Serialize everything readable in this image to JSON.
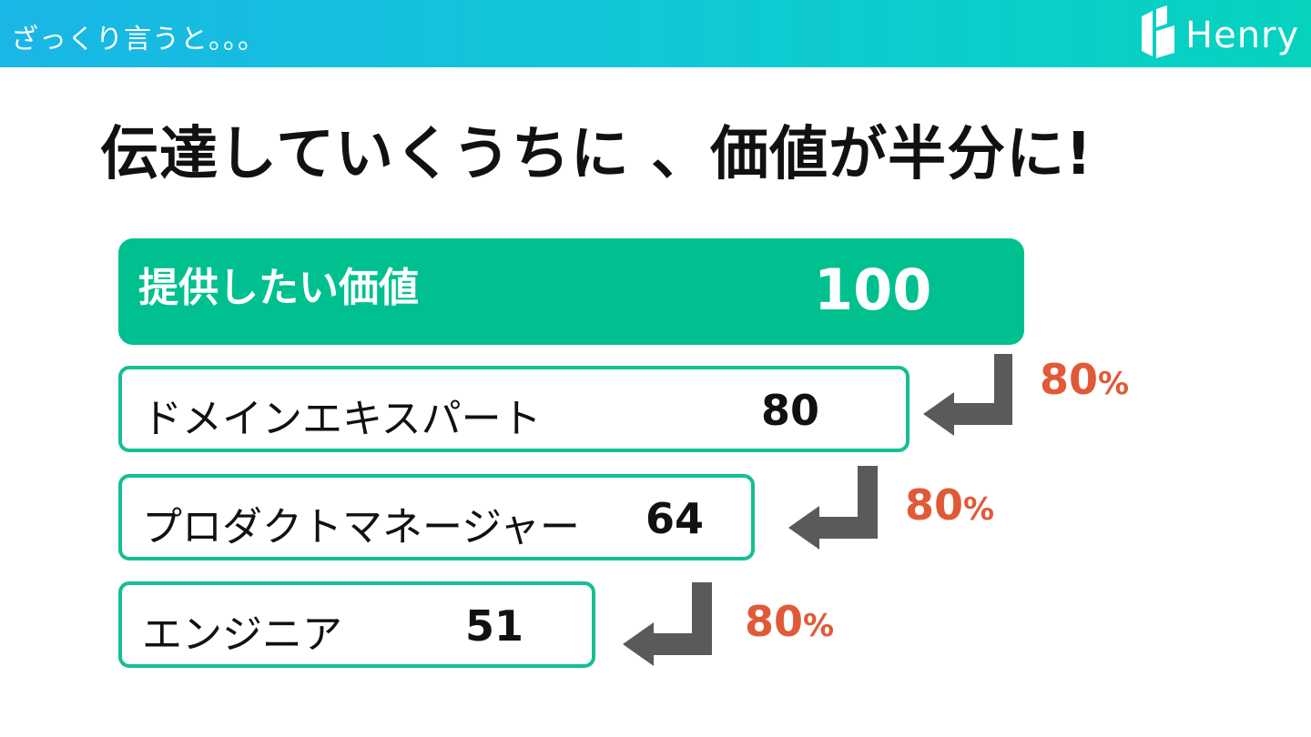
{
  "header": {
    "title": "ざっくり言うと。。。",
    "logo_text": "Henry"
  },
  "headline": "伝達していくうちに 、価値が半分に!",
  "stages": [
    {
      "label": "提供したい価値",
      "value": "100"
    },
    {
      "label": "ドメインエキスパート",
      "value": "80"
    },
    {
      "label": "プロダクトマネージャー",
      "value": "64"
    },
    {
      "label": "エンジニア",
      "value": "51"
    }
  ],
  "transitions": [
    {
      "number": "80",
      "unit": "%"
    },
    {
      "number": "80",
      "unit": "%"
    },
    {
      "number": "80",
      "unit": "%"
    }
  ],
  "colors": {
    "header_gradient_start": "#1ab6e6",
    "header_gradient_end": "#06d2be",
    "accent_green": "#00c08f",
    "box_border": "#14bf93",
    "arrow_gray": "#5a5a5a",
    "percent_orange": "#e05a38"
  },
  "icons": {
    "logo": "henry-logo-icon",
    "arrow": "return-arrow-icon"
  }
}
